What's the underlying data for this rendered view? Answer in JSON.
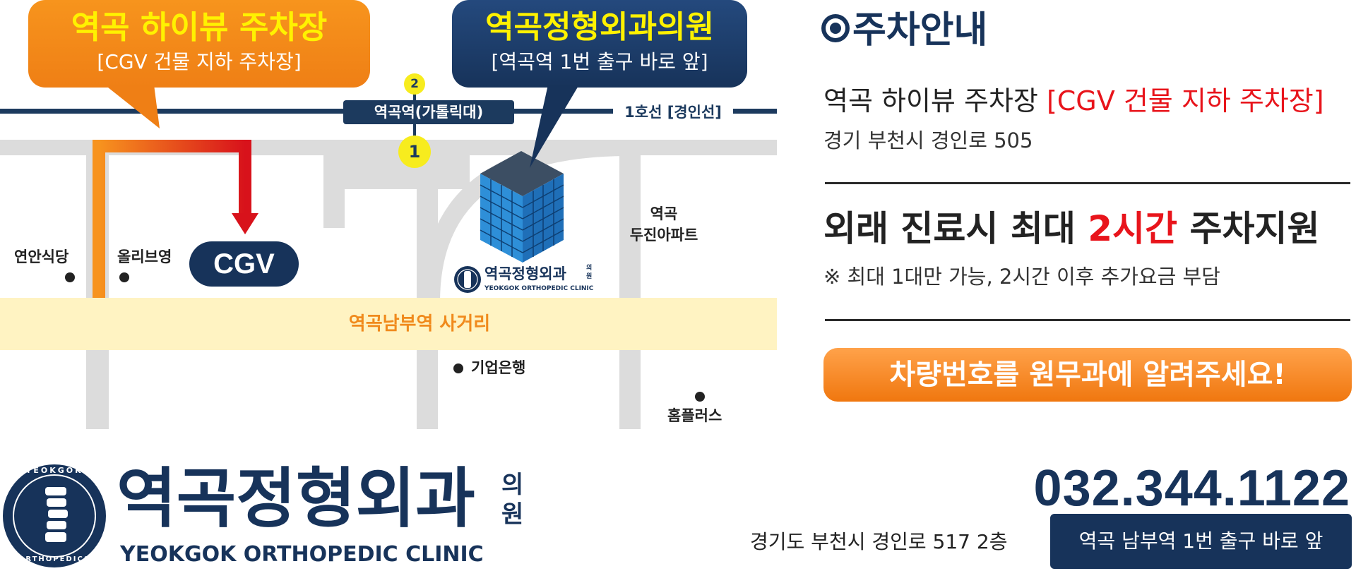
{
  "map": {
    "callout_parking": {
      "title": "역곡 하이뷰 주차장",
      "subtitle": "[CGV 건물 지하 주차장]"
    },
    "callout_clinic": {
      "title": "역곡정형외과의원",
      "subtitle": "[역곡역 1번 출구 바로 앞]"
    },
    "station_label": "역곡역(가톨릭대)",
    "line_label": "1호선 [경인선]",
    "exit_1": "1",
    "exit_2": "2",
    "cgv_label": "CGV",
    "places": {
      "yeonan": "연안식당",
      "oliveyoung": "올리브영",
      "dujin": [
        "역곡",
        "두진아파트"
      ],
      "ibk": "기업은행",
      "homeplus": "홈플러스"
    },
    "avenue_label": "역곡남부역 사거리",
    "building_logo": {
      "name": "역곡정형외과",
      "mini": [
        "의",
        "원"
      ],
      "english": "YEOKGOK ORTHOPEDIC CLINIC"
    }
  },
  "parking_info": {
    "section_title": "주차안내",
    "lot_name": "역곡 하이뷰 주차장",
    "lot_note": "[CGV 건물 지하 주차장]",
    "lot_address": "경기 부천시 경인로 505",
    "support_prefix": "외래 진료시 최대",
    "support_highlight": "2시간",
    "support_suffix": "주차지원",
    "support_note": "※ 최대 1대만 가능, 2시간 이후 추가요금 부담",
    "cta": "차량번호를 원무과에 알려주세요!"
  },
  "footer": {
    "logo_ring_top": "YEOKGOK",
    "logo_ring_bottom": "ORTHOPEDICS",
    "clinic_name": "역곡정형외과",
    "clinic_suffix": [
      "의",
      "원"
    ],
    "clinic_english": "YEOKGOK ORTHOPEDIC CLINIC",
    "address": "경기도 부천시 경인로 517 2층",
    "phone": "032.344.1122",
    "location_badge": "역곡 남부역 1번 출구 바로 앞"
  },
  "colors": {
    "navy": "#17335a",
    "orange": "#f08a1c",
    "red": "#e8141b",
    "yellow": "#f7ec1e",
    "road": "#dcdcdc",
    "avenue": "#fff3c2"
  }
}
